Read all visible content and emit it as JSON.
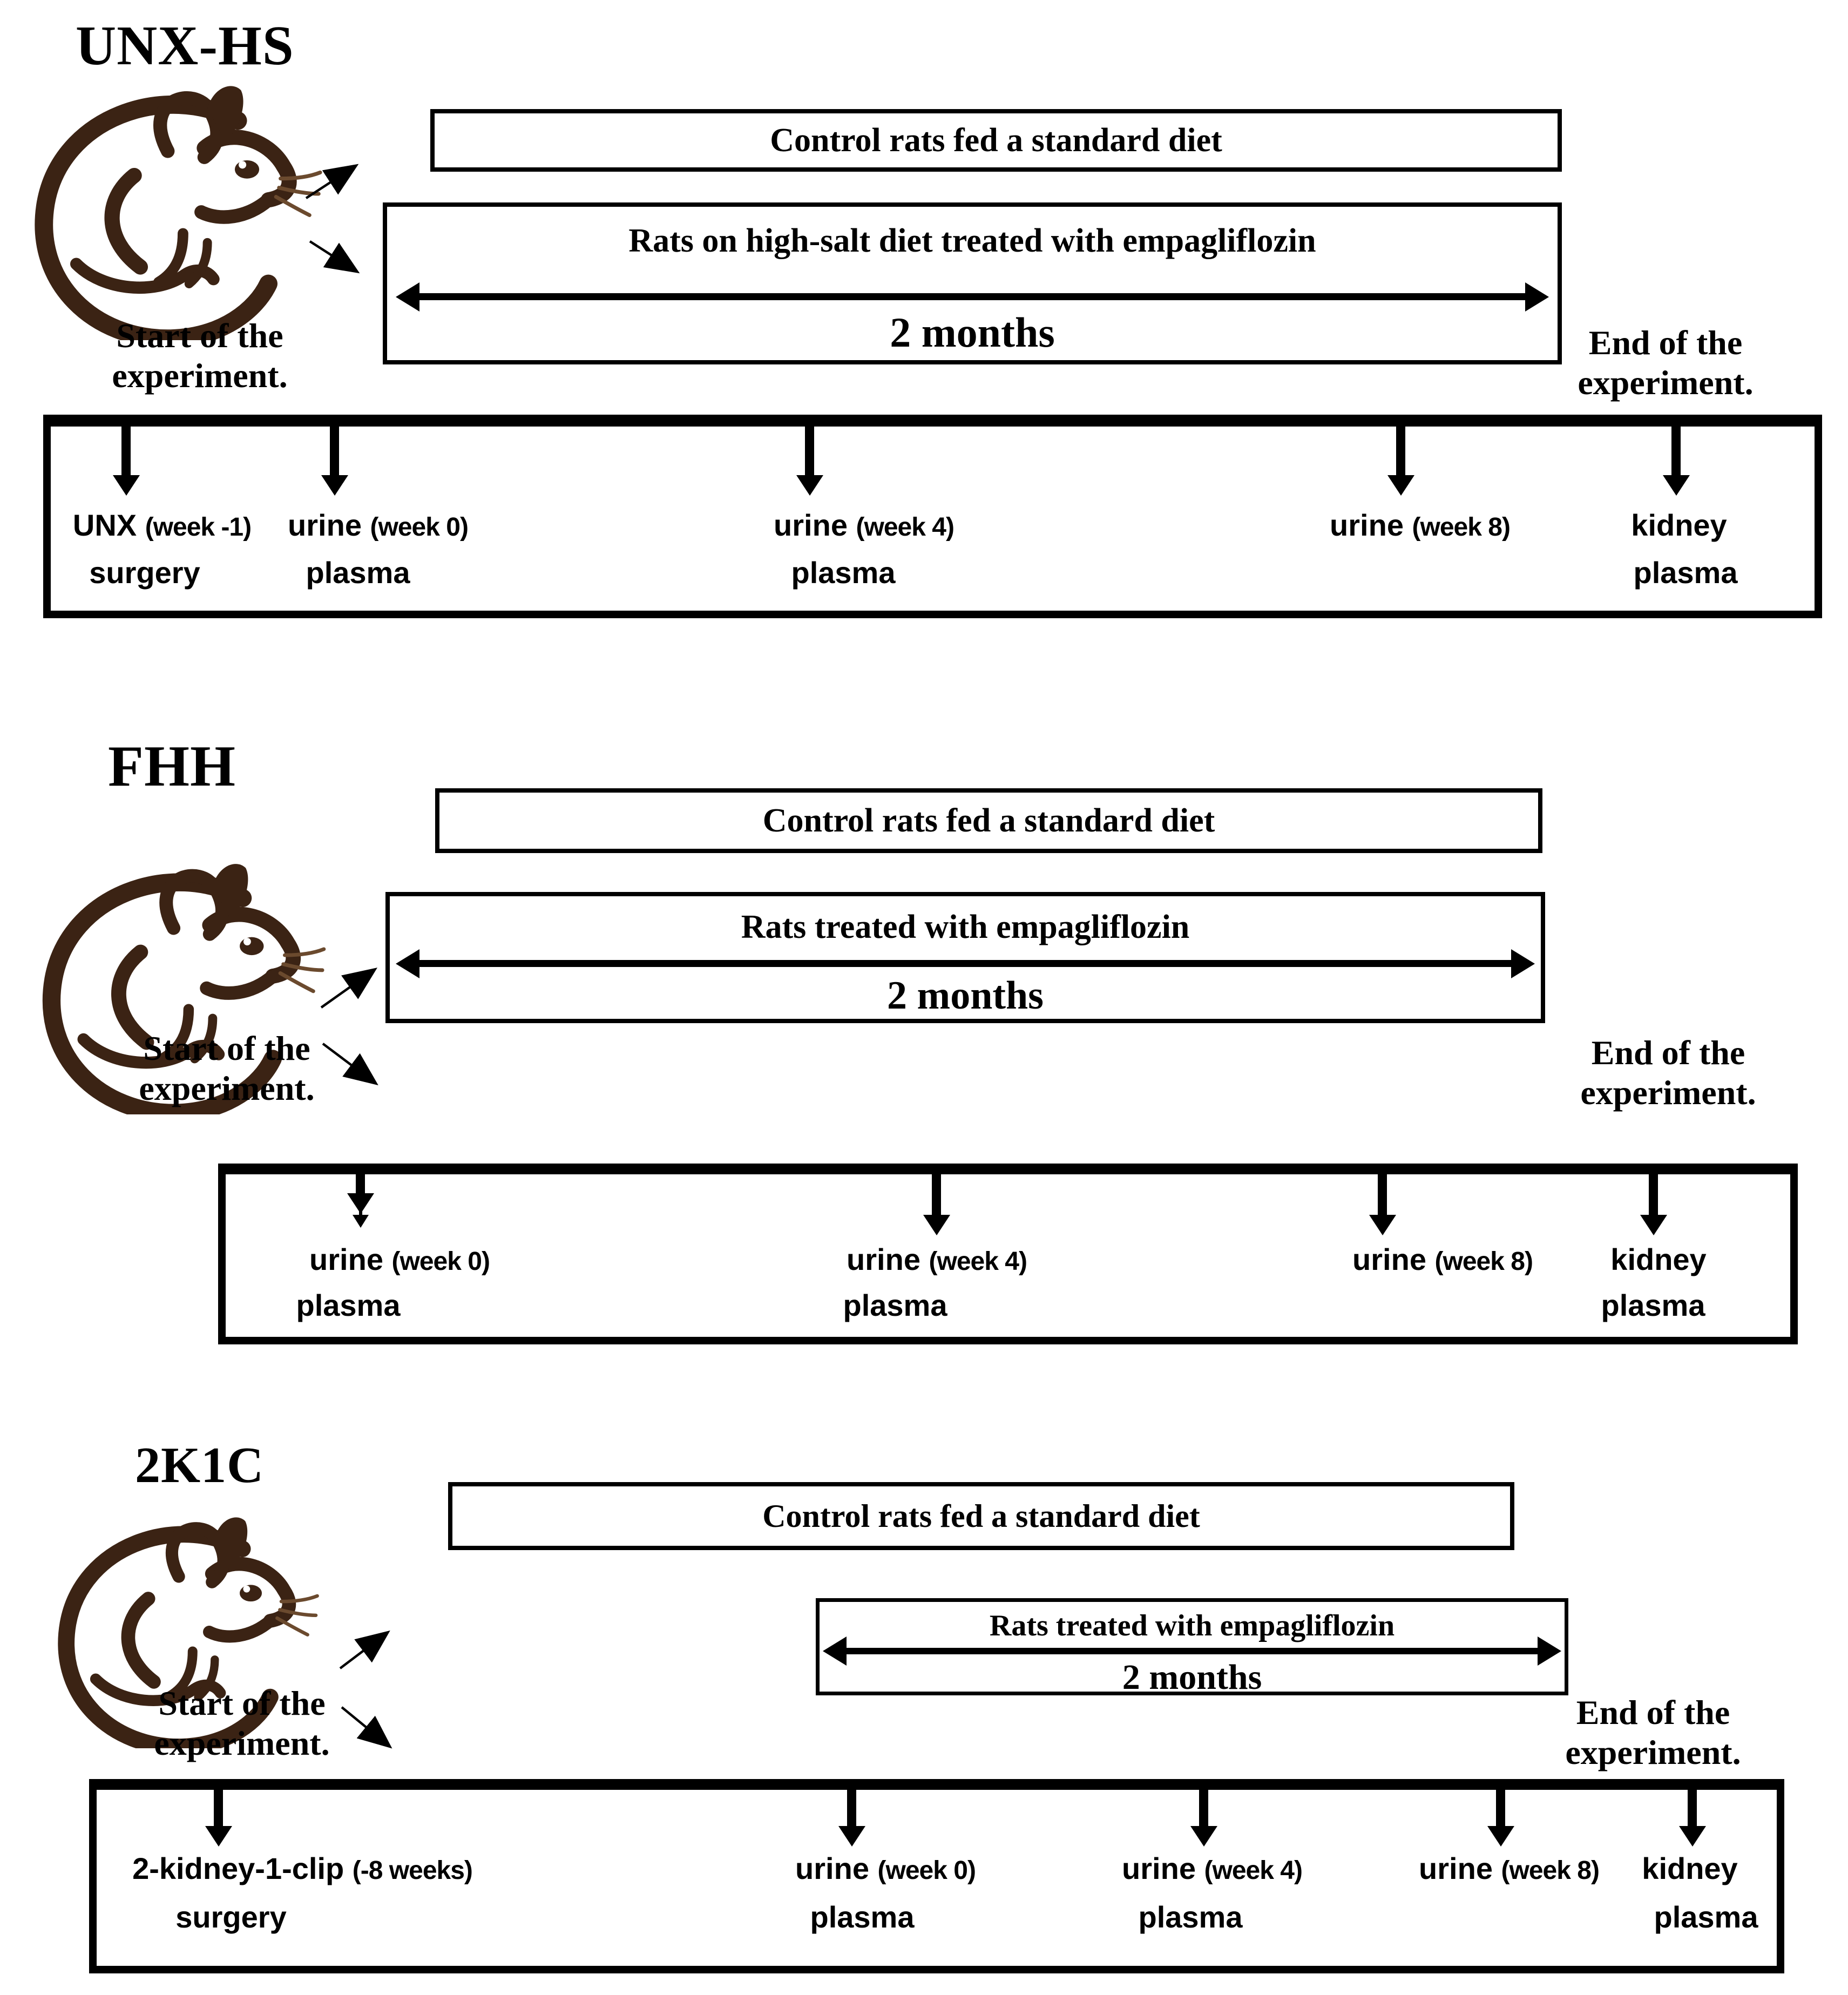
{
  "figure": {
    "sections": [
      {
        "title": "UNX-HS",
        "control_label": "Control rats fed a standard diet",
        "treatment_label": "Rats on high-salt diet treated with empagliflozin",
        "duration_label": "2 months",
        "start_label": [
          "Start of the",
          "experiment."
        ],
        "end_label": [
          "End of the",
          "experiment."
        ],
        "timeline_events": [
          {
            "name": "UNX",
            "detail": "(week -1)",
            "sample": "surgery"
          },
          {
            "name": "urine",
            "detail": "(week 0)",
            "sample": "plasma"
          },
          {
            "name": "urine",
            "detail": "(week 4)",
            "sample": "plasma"
          },
          {
            "name": "urine",
            "detail": "(week 8)"
          },
          {
            "name": "kidney",
            "sample": "plasma"
          }
        ]
      },
      {
        "title": "FHH",
        "control_label": "Control rats fed a standard diet",
        "treatment_label": "Rats treated with empagliflozin",
        "duration_label": "2 months",
        "start_label": [
          "Start of the",
          "experiment."
        ],
        "end_label": [
          "End of the",
          "experiment."
        ],
        "timeline_events": [
          {
            "name": "urine",
            "detail": "(week 0)",
            "sample": "plasma"
          },
          {
            "name": "urine",
            "detail": "(week 4)",
            "sample": "plasma"
          },
          {
            "name": "urine",
            "detail": "(week 8)"
          },
          {
            "name": "kidney",
            "sample": "plasma"
          }
        ]
      },
      {
        "title": "2K1C",
        "control_label": "Control rats fed a standard diet",
        "treatment_label": "Rats treated with empagliflozin",
        "duration_label": "2 months",
        "start_label": [
          "Start of the",
          "experiment."
        ],
        "end_label": [
          "End of the",
          "experiment."
        ],
        "timeline_events": [
          {
            "name": "2-kidney-1-clip",
            "detail": "(-8 weeks)",
            "sample": "surgery"
          },
          {
            "name": "urine",
            "detail": "(week 0)",
            "sample": "plasma"
          },
          {
            "name": "urine",
            "detail": "(week 4)",
            "sample": "plasma"
          },
          {
            "name": "urine",
            "detail": "(week 8)"
          },
          {
            "name": "kidney",
            "sample": "plasma"
          }
        ]
      }
    ]
  }
}
